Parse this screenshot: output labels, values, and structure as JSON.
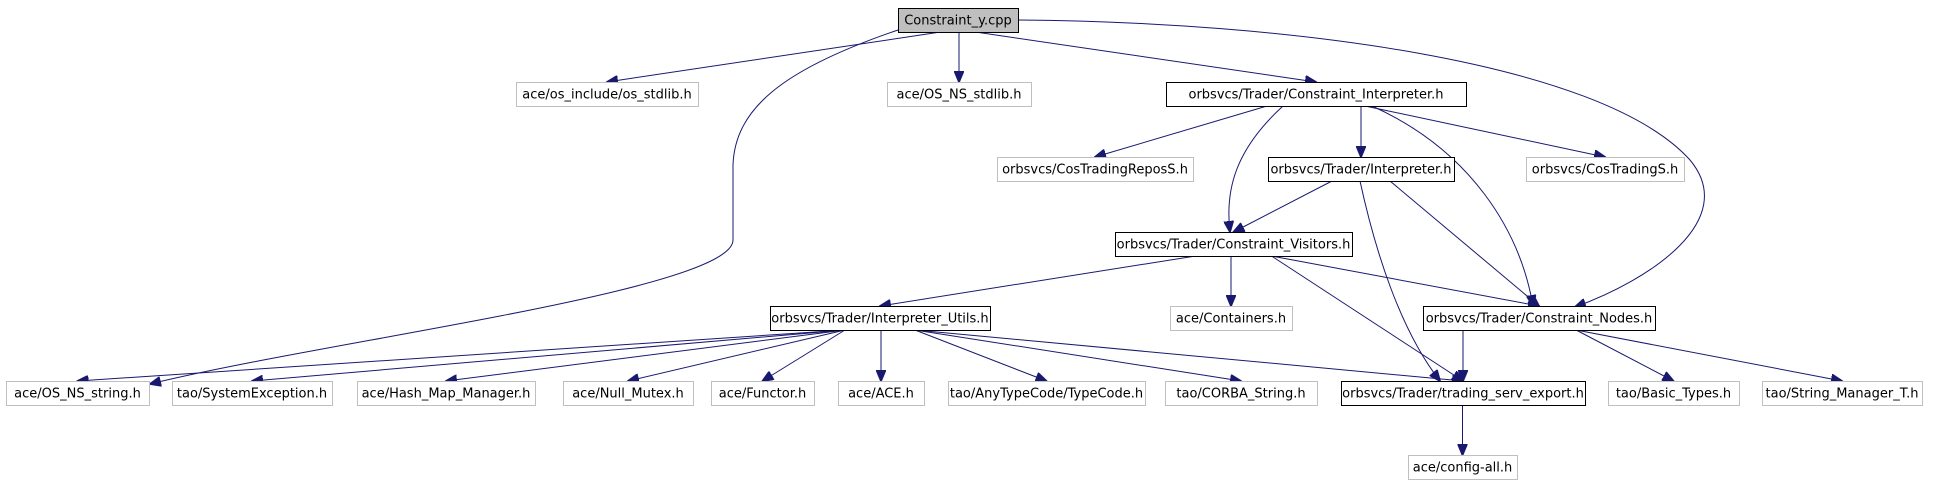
{
  "diagram": {
    "type": "include-dependency-graph",
    "colors": {
      "edge": "#191970",
      "root_fill": "#bfbfbf",
      "strong_border": "#000000",
      "faint_border": "#bfbfbf"
    },
    "nodes": [
      {
        "id": "root",
        "label": "Constraint_y.cpp",
        "style": "main"
      },
      {
        "id": "os_include_stdlib",
        "label": "ace/os_include/os_stdlib.h",
        "style": "faint"
      },
      {
        "id": "os_ns_stdlib",
        "label": "ace/OS_NS_stdlib.h",
        "style": "faint"
      },
      {
        "id": "constraint_interpreter",
        "label": "orbsvcs/Trader/Constraint_Interpreter.h",
        "style": "strong"
      },
      {
        "id": "cos_trading_repos",
        "label": "orbsvcs/CosTradingReposS.h",
        "style": "faint"
      },
      {
        "id": "interpreter",
        "label": "orbsvcs/Trader/Interpreter.h",
        "style": "strong"
      },
      {
        "id": "cos_trading_s",
        "label": "orbsvcs/CosTradingS.h",
        "style": "faint"
      },
      {
        "id": "constraint_visitors",
        "label": "orbsvcs/Trader/Constraint_Visitors.h",
        "style": "strong"
      },
      {
        "id": "interpreter_utils",
        "label": "orbsvcs/Trader/Interpreter_Utils.h",
        "style": "strong"
      },
      {
        "id": "containers",
        "label": "ace/Containers.h",
        "style": "faint"
      },
      {
        "id": "constraint_nodes",
        "label": "orbsvcs/Trader/Constraint_Nodes.h",
        "style": "strong"
      },
      {
        "id": "os_ns_string",
        "label": "ace/OS_NS_string.h",
        "style": "faint"
      },
      {
        "id": "system_exception",
        "label": "tao/SystemException.h",
        "style": "faint"
      },
      {
        "id": "hash_map_manager",
        "label": "ace/Hash_Map_Manager.h",
        "style": "faint"
      },
      {
        "id": "null_mutex",
        "label": "ace/Null_Mutex.h",
        "style": "faint"
      },
      {
        "id": "functor",
        "label": "ace/Functor.h",
        "style": "faint"
      },
      {
        "id": "ace_h",
        "label": "ace/ACE.h",
        "style": "faint"
      },
      {
        "id": "typecode",
        "label": "tao/AnyTypeCode/TypeCode.h",
        "style": "faint"
      },
      {
        "id": "corba_string",
        "label": "tao/CORBA_String.h",
        "style": "faint"
      },
      {
        "id": "trading_serv_export",
        "label": "orbsvcs/Trader/trading_serv_export.h",
        "style": "strong"
      },
      {
        "id": "basic_types",
        "label": "tao/Basic_Types.h",
        "style": "faint"
      },
      {
        "id": "string_manager",
        "label": "tao/String_Manager_T.h",
        "style": "faint"
      },
      {
        "id": "config_all",
        "label": "ace/config-all.h",
        "style": "faint"
      }
    ],
    "edges": [
      [
        "root",
        "os_include_stdlib"
      ],
      [
        "root",
        "os_ns_stdlib"
      ],
      [
        "root",
        "constraint_interpreter"
      ],
      [
        "root",
        "constraint_nodes"
      ],
      [
        "root",
        "os_ns_string"
      ],
      [
        "constraint_interpreter",
        "cos_trading_repos"
      ],
      [
        "constraint_interpreter",
        "interpreter"
      ],
      [
        "constraint_interpreter",
        "cos_trading_s"
      ],
      [
        "constraint_interpreter",
        "constraint_visitors"
      ],
      [
        "constraint_interpreter",
        "constraint_nodes"
      ],
      [
        "interpreter",
        "constraint_visitors"
      ],
      [
        "interpreter",
        "constraint_nodes"
      ],
      [
        "interpreter",
        "trading_serv_export"
      ],
      [
        "constraint_visitors",
        "interpreter_utils"
      ],
      [
        "constraint_visitors",
        "containers"
      ],
      [
        "constraint_visitors",
        "constraint_nodes"
      ],
      [
        "constraint_visitors",
        "trading_serv_export"
      ],
      [
        "interpreter_utils",
        "os_ns_string"
      ],
      [
        "interpreter_utils",
        "system_exception"
      ],
      [
        "interpreter_utils",
        "hash_map_manager"
      ],
      [
        "interpreter_utils",
        "null_mutex"
      ],
      [
        "interpreter_utils",
        "functor"
      ],
      [
        "interpreter_utils",
        "ace_h"
      ],
      [
        "interpreter_utils",
        "typecode"
      ],
      [
        "interpreter_utils",
        "corba_string"
      ],
      [
        "interpreter_utils",
        "trading_serv_export"
      ],
      [
        "constraint_nodes",
        "trading_serv_export"
      ],
      [
        "constraint_nodes",
        "basic_types"
      ],
      [
        "constraint_nodes",
        "string_manager"
      ],
      [
        "trading_serv_export",
        "config_all"
      ]
    ]
  }
}
